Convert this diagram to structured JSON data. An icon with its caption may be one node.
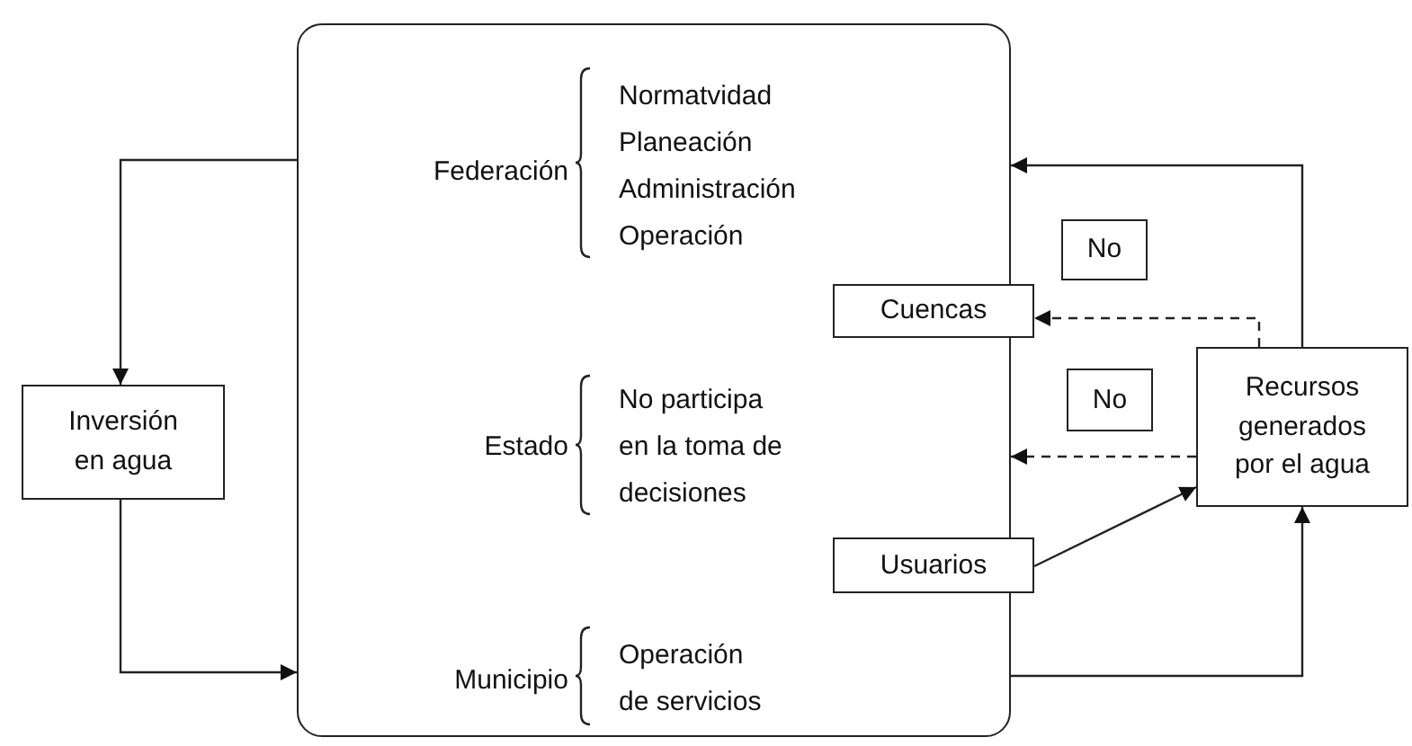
{
  "diagram": {
    "nodes": [
      {
        "text": [
          "Federación",
          "Normatvidad Planeación Administración Operación",
          "Estado",
          "No participa en la toma de decisiones",
          "Municipio",
          "Operación de servicios"
        ]
      },
      {
        "text": [
          "Inversión en agua"
        ]
      },
      {
        "text": [
          "No"
        ]
      },
      {
        "text": [
          "Cuencas"
        ]
      },
      {
        "text": [
          "No"
        ]
      },
      {
        "text": [
          "Recursos generados por el agua"
        ]
      },
      {
        "text": [
          "Usuarios"
        ]
      }
    ],
    "edges": [
      {
        "from": 0,
        "to": 1,
        "arrow": "to"
      },
      {
        "from": 1,
        "to": 0,
        "arrow": "to"
      },
      {
        "from": 0,
        "to": 5,
        "arrow": "to"
      },
      {
        "from": 5,
        "to": 0,
        "arrow": "to"
      },
      {
        "from": 5,
        "to": 3,
        "arrow": "to",
        "style": "dashed"
      },
      {
        "from": 5,
        "to": 0,
        "arrow": "to",
        "style": "dashed"
      },
      {
        "from": 6,
        "to": 5,
        "arrow": "to"
      }
    ]
  }
}
